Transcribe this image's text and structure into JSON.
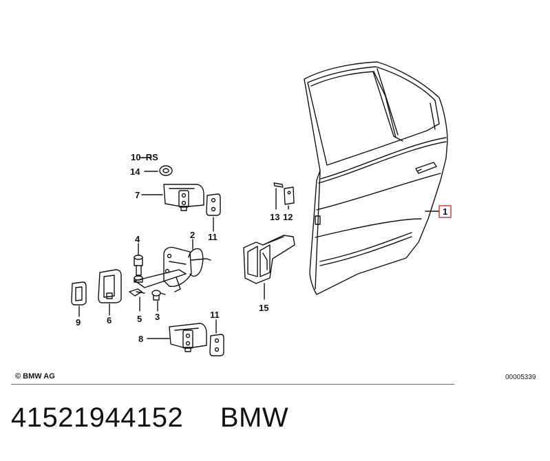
{
  "callouts": {
    "door": "1",
    "door_check": "2",
    "screw_3": "3",
    "bolt_4": "4",
    "bolt_5": "5",
    "bracket_6": "6",
    "upper_hinge": "7",
    "lower_hinge": "8",
    "item_9": "9",
    "side_rs": "10–RS",
    "shim_plate_upper": "11",
    "shim_plate_lower": "11",
    "item_12": "12",
    "item_13": "13",
    "cap_14": "14",
    "item_15": "15"
  },
  "highlight_color": "#d32f2f",
  "copyright": "© BMW AG",
  "diagram_id": "00005339",
  "footer": {
    "part_number": "41521944152",
    "brand": "BMW"
  }
}
